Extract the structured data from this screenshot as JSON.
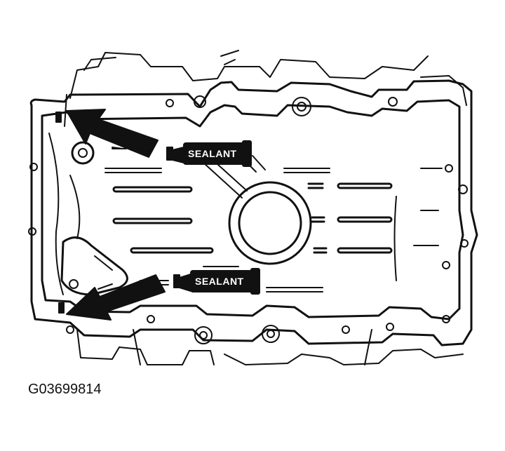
{
  "diagram": {
    "callouts": [
      {
        "label": "SEALANT"
      },
      {
        "label": "SEALANT"
      }
    ],
    "figure_id": "G03699814"
  }
}
